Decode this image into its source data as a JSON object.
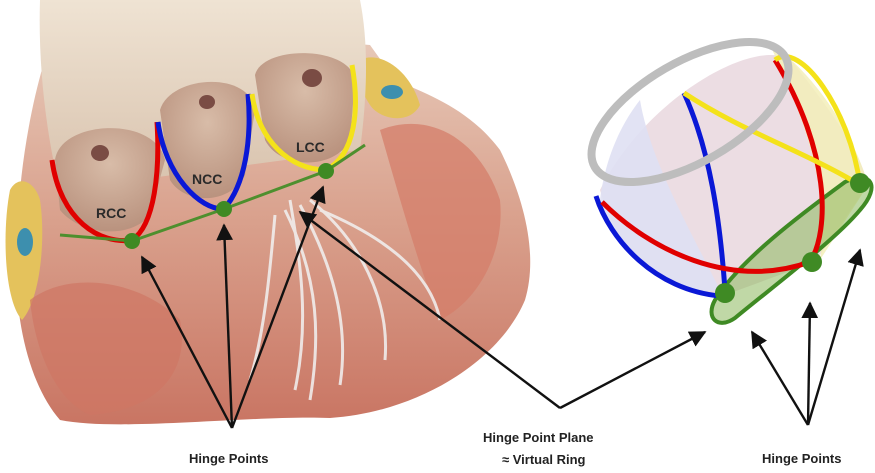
{
  "cusp_labels": {
    "right": "RCC",
    "non": "NCC",
    "left": "LCC"
  },
  "captions": {
    "hinge_points_left": "Hinge Points",
    "plane_line1": "Hinge Point Plane",
    "plane_line2": "≈ Virtual Ring",
    "hinge_points_right": "Hinge Points"
  },
  "colors": {
    "rcc": "#e00000",
    "ncc": "#0a18d6",
    "lcc": "#f4e21a",
    "hinge_point": "#3f8a24",
    "plane_fill": "#7fae4c",
    "ring": "#bdbdbd",
    "arrow": "#111111"
  }
}
